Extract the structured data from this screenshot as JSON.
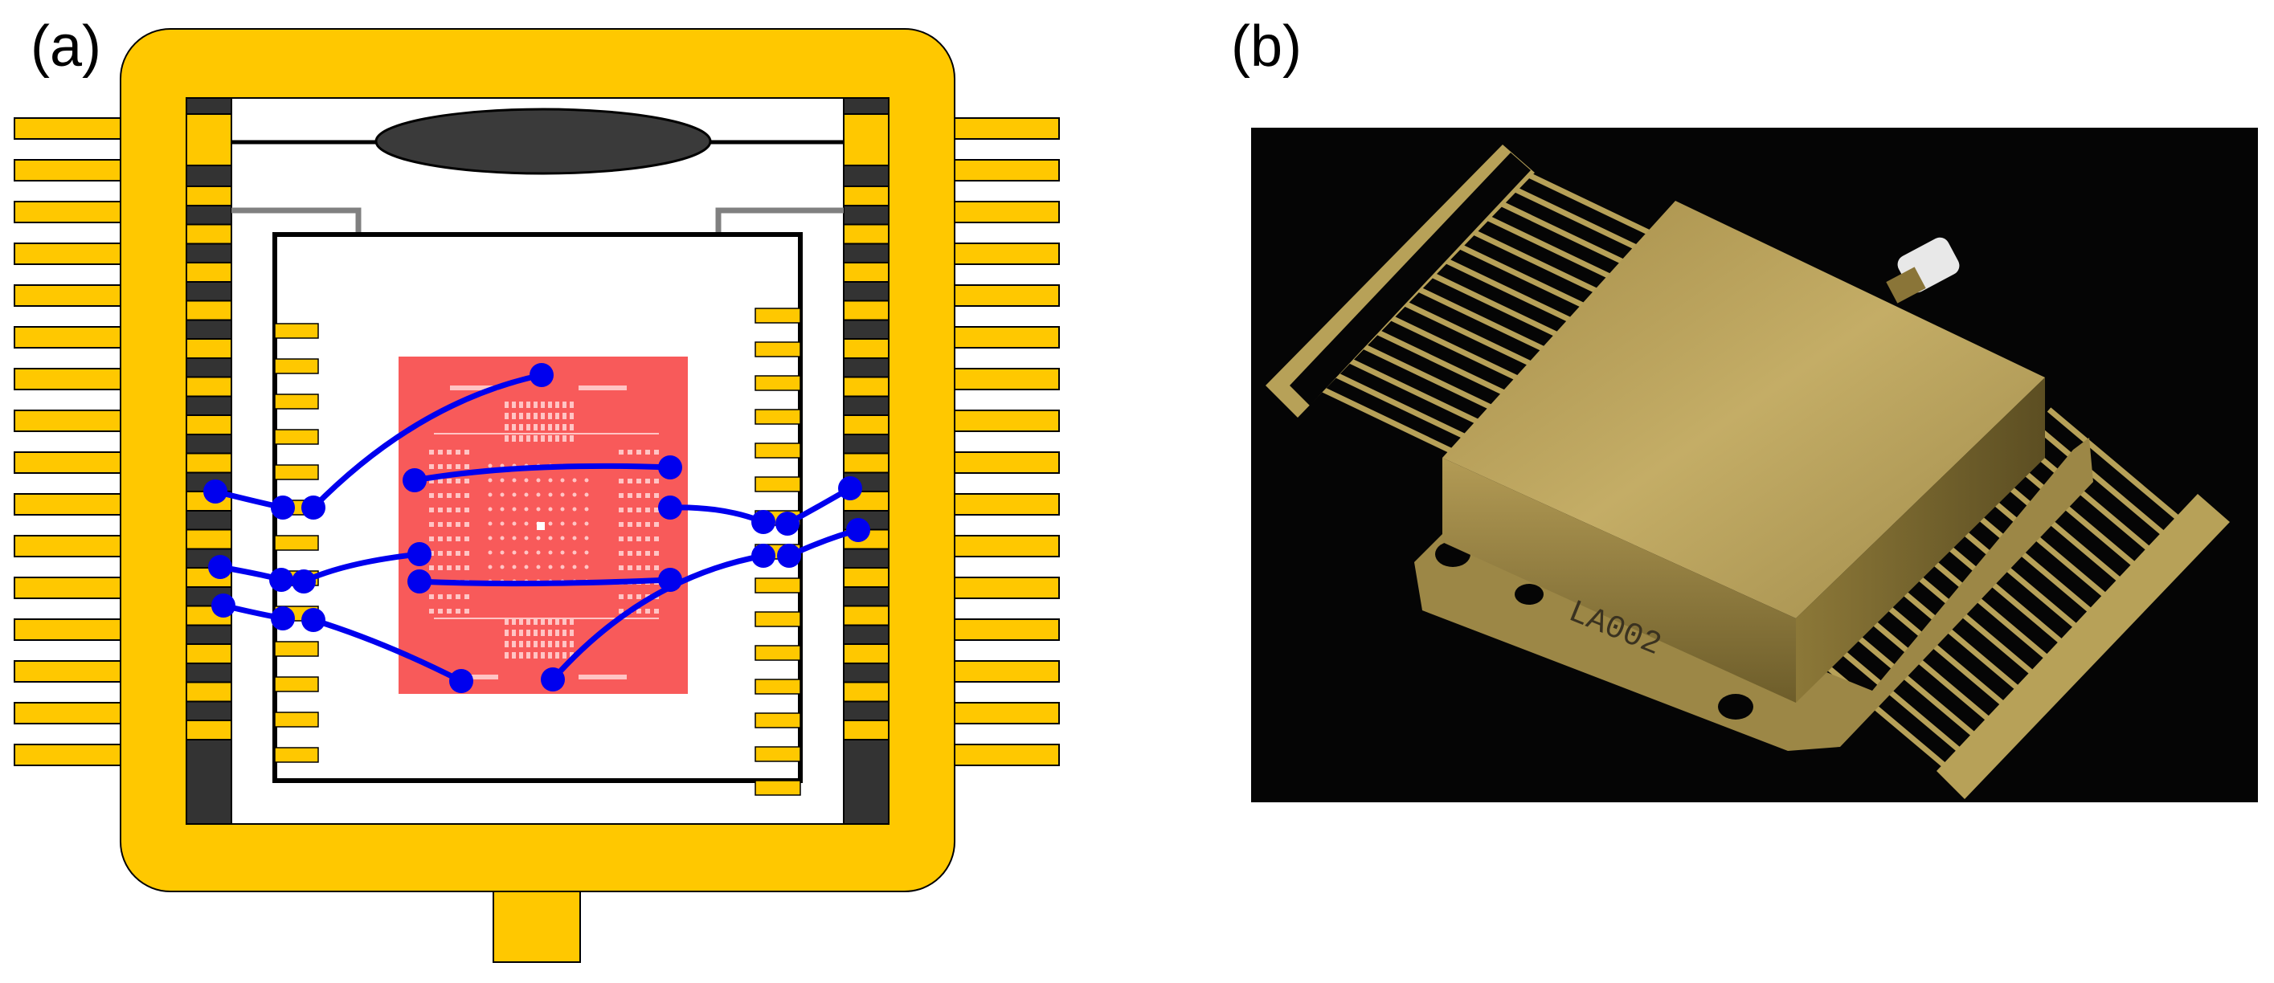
{
  "panels": {
    "a": {
      "label": "(a)"
    },
    "b": {
      "label": "(b)"
    }
  },
  "colors": {
    "gold": "#FFC800",
    "chip_red": "#F85A5A",
    "wire_blue": "#0000EE",
    "pad_dark": "#333333",
    "photo_bg": "#050505",
    "package_gold": "#B7A158"
  },
  "photo": {
    "marking": "LA002"
  }
}
